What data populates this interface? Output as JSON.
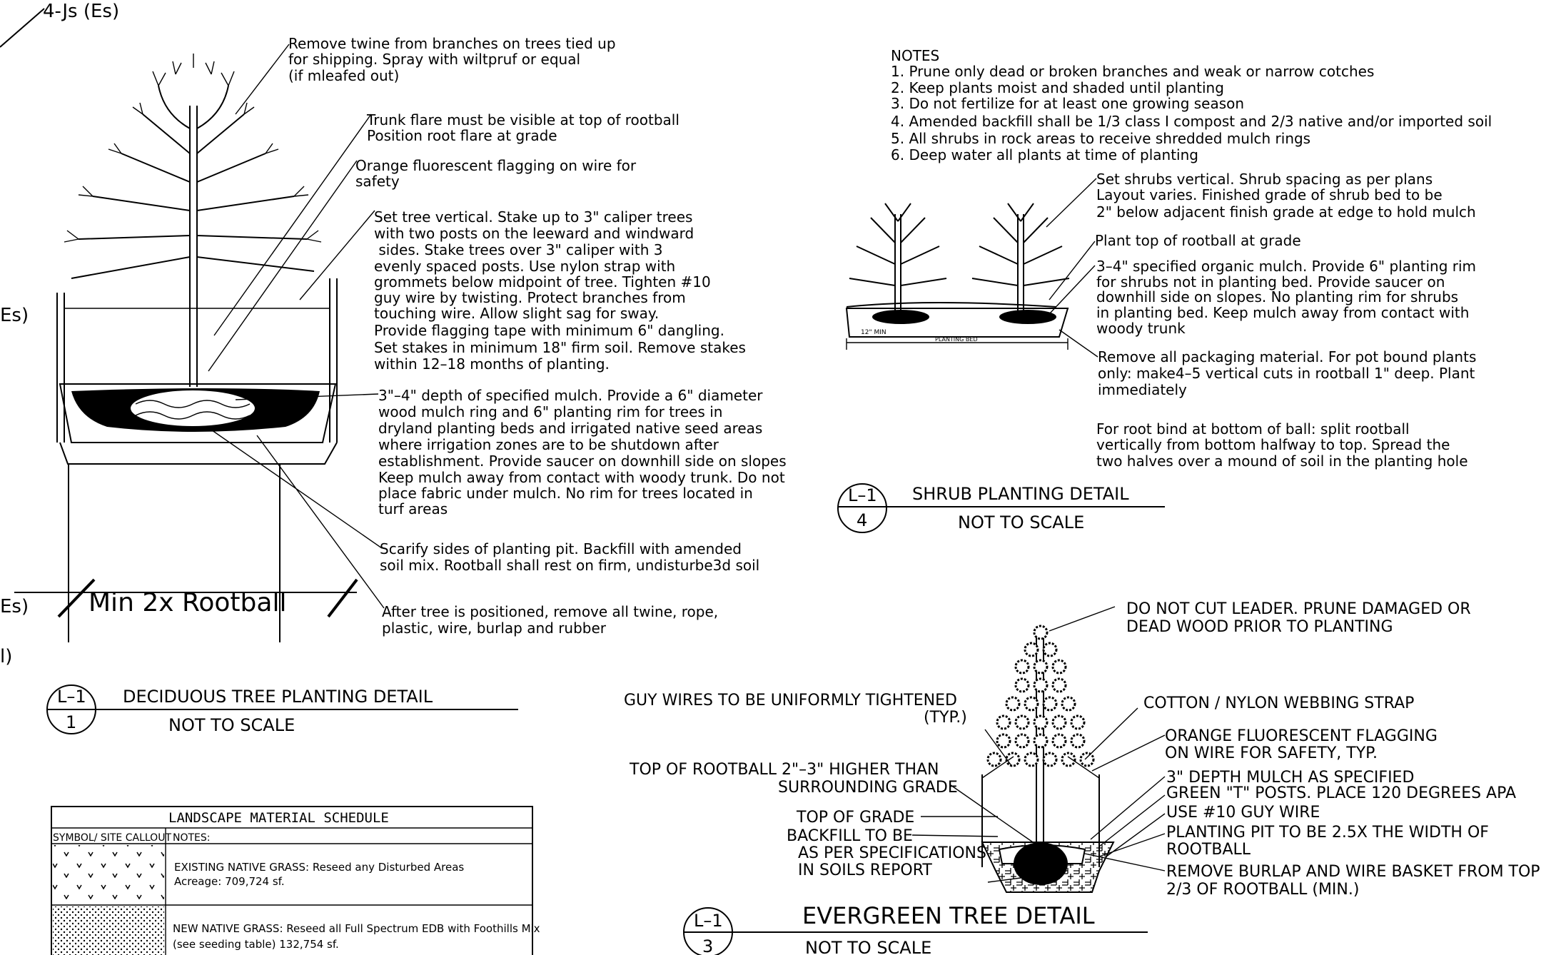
{
  "deciduous": {
    "top_left_label": "4-Js (Es)",
    "side_label_1": "Es)",
    "side_label_2": "Es)",
    "side_label_3": "l)",
    "notes": [
      [
        "Remove twine from branches on trees tied up",
        "for shipping.  Spray with wiltpruf or equal",
        "(if mleafed out)"
      ],
      [
        "Trunk flare must be visible at top of rootball",
        "Position root flare at grade"
      ],
      [
        "Orange fluorescent flagging on wire for",
        "safety"
      ],
      [
        "Set tree vertical.  Stake up to 3\" caliper trees",
        "with two posts on the leeward and windward",
        " sides.  Stake trees over 3\" caliper with 3",
        "evenly spaced posts.  Use nylon strap with",
        "grommets below midpoint of tree.  Tighten #10",
        "guy wire by twisting.  Protect branches from",
        "touching wire.  Allow slight sag for sway.",
        "Provide flagging tape with minimum 6\" dangling.",
        "Set stakes in minimum 18\" firm soil.  Remove stakes",
        "within 12–18 months of planting."
      ],
      [
        "3\"–4\" depth of specified mulch.  Provide a 6\" diameter",
        "wood mulch ring and 6\" planting rim for trees in",
        "dryland planting beds and irrigated native seed areas",
        "where irrigation zones are to be shutdown after",
        "establishment.  Provide saucer on downhill side on slopes",
        "Keep mulch away from contact with woody trunk.  Do not",
        "place fabric under mulch.  No rim for trees located in",
        "turf areas"
      ],
      [
        "Scarify sides of planting pit.  Backfill with amended",
        "soil mix.  Rootball shall rest on firm, undisturbe3d soil"
      ],
      [
        "After tree is positioned, remove all twine, rope,",
        "plastic, wire, burlap and rubber"
      ]
    ],
    "dimension_label": "Min 2x Rootball",
    "title": "DECIDUOUS TREE PLANTING DETAIL",
    "scale": "NOT TO SCALE",
    "sheet": "L–1",
    "number": "1"
  },
  "notes_block": {
    "heading": "NOTES",
    "items": [
      "1. Prune only dead or broken branches and weak or narrow cotches",
      "2. Keep plants moist and shaded until planting",
      "3. Do not fertilize for at least one growing season",
      "4. Amended backfill shall be 1/3 class I compost and 2/3 native and/or imported soil",
      "5. All shrubs in rock areas to receive shredded mulch rings",
      "6. Deep water all plants at time of planting"
    ]
  },
  "shrub": {
    "notes": [
      [
        "Set shrubs vertical.  Shrub spacing as per plans",
        "Layout varies.  Finished grade of shrub bed to be",
        "2\" below adjacent finish grade at edge to hold mulch"
      ],
      [
        "Plant top of rootball at grade"
      ],
      [
        "3–4\" specified organic mulch.  Provide 6\" planting rim",
        "for shrubs not in planting bed.  Provide saucer on",
        "downhill side on slopes.  No planting rim for shrubs",
        "in planting bed.  Keep mulch away from contact with",
        "woody trunk"
      ],
      [
        "Remove all packaging material.  For pot bound plants",
        "only: make4–5 vertical cuts in rootball 1\" deep.  Plant",
        "immediately"
      ],
      [
        "For root bind at bottom of ball:  split rootball",
        "vertically from bottom halfway to top.  Spread the",
        "two halves over a mound of soil in the planting hole"
      ]
    ],
    "min_label": "12\" MIN",
    "bed_label": "PLANTING BED",
    "title": "SHRUB PLANTING DETAIL",
    "scale": "NOT TO SCALE",
    "sheet": "L–1",
    "number": "4"
  },
  "evergreen": {
    "labels_left": [
      [
        "GUY WIRES TO BE UNIFORMLY  TIGHTENED",
        "(TYP.)"
      ],
      [
        "TOP OF ROOTBALL 2\"–3\" HIGHER THAN",
        "SURROUNDING GRADE"
      ],
      [
        "TOP OF GRADE"
      ],
      [
        "BACKFILL TO BE",
        "AS PER SPECIFICATIONS",
        "IN SOILS REPORT"
      ]
    ],
    "labels_right": [
      [
        "DO NOT CUT LEADER.  PRUNE DAMAGED OR",
        "DEAD WOOD PRIOR TO PLANTING"
      ],
      [
        "COTTON / NYLON WEBBING STRAP"
      ],
      [
        "ORANGE FLUORESCENT FLAGGING",
        "ON WIRE FOR SAFETY, TYP."
      ],
      [
        "3\" DEPTH MULCH AS SPECIFIED"
      ],
      [
        " GREEN \"T\" POSTS.  PLACE 120 DEGREES APA"
      ],
      [
        "USE #10 GUY WIRE"
      ],
      [
        "PLANTING PIT TO BE 2.5X THE WIDTH OF",
        "ROOTBALL"
      ],
      [
        "REMOVE BURLAP AND WIRE BASKET FROM TOP",
        "2/3 OF ROOTBALL (MIN.)"
      ]
    ],
    "title": "EVERGREEN TREE DETAIL",
    "scale": "NOT TO SCALE",
    "sheet": "L–1",
    "number": "3"
  },
  "schedule": {
    "title": "LANDSCAPE MATERIAL SCHEDULE",
    "col1": "SYMBOL/ SITE CALLOUT",
    "col2": "NOTES:",
    "rows": [
      [
        "EXISTING NATIVE GRASS:  Reseed any Disturbed Areas",
        "Acreage: 709,724 sf."
      ],
      [
        "NEW NATIVE GRASS: Reseed all Full Spectrum EDB with Foothills Mix",
        "(see seeding table) 132,754 sf."
      ]
    ]
  }
}
